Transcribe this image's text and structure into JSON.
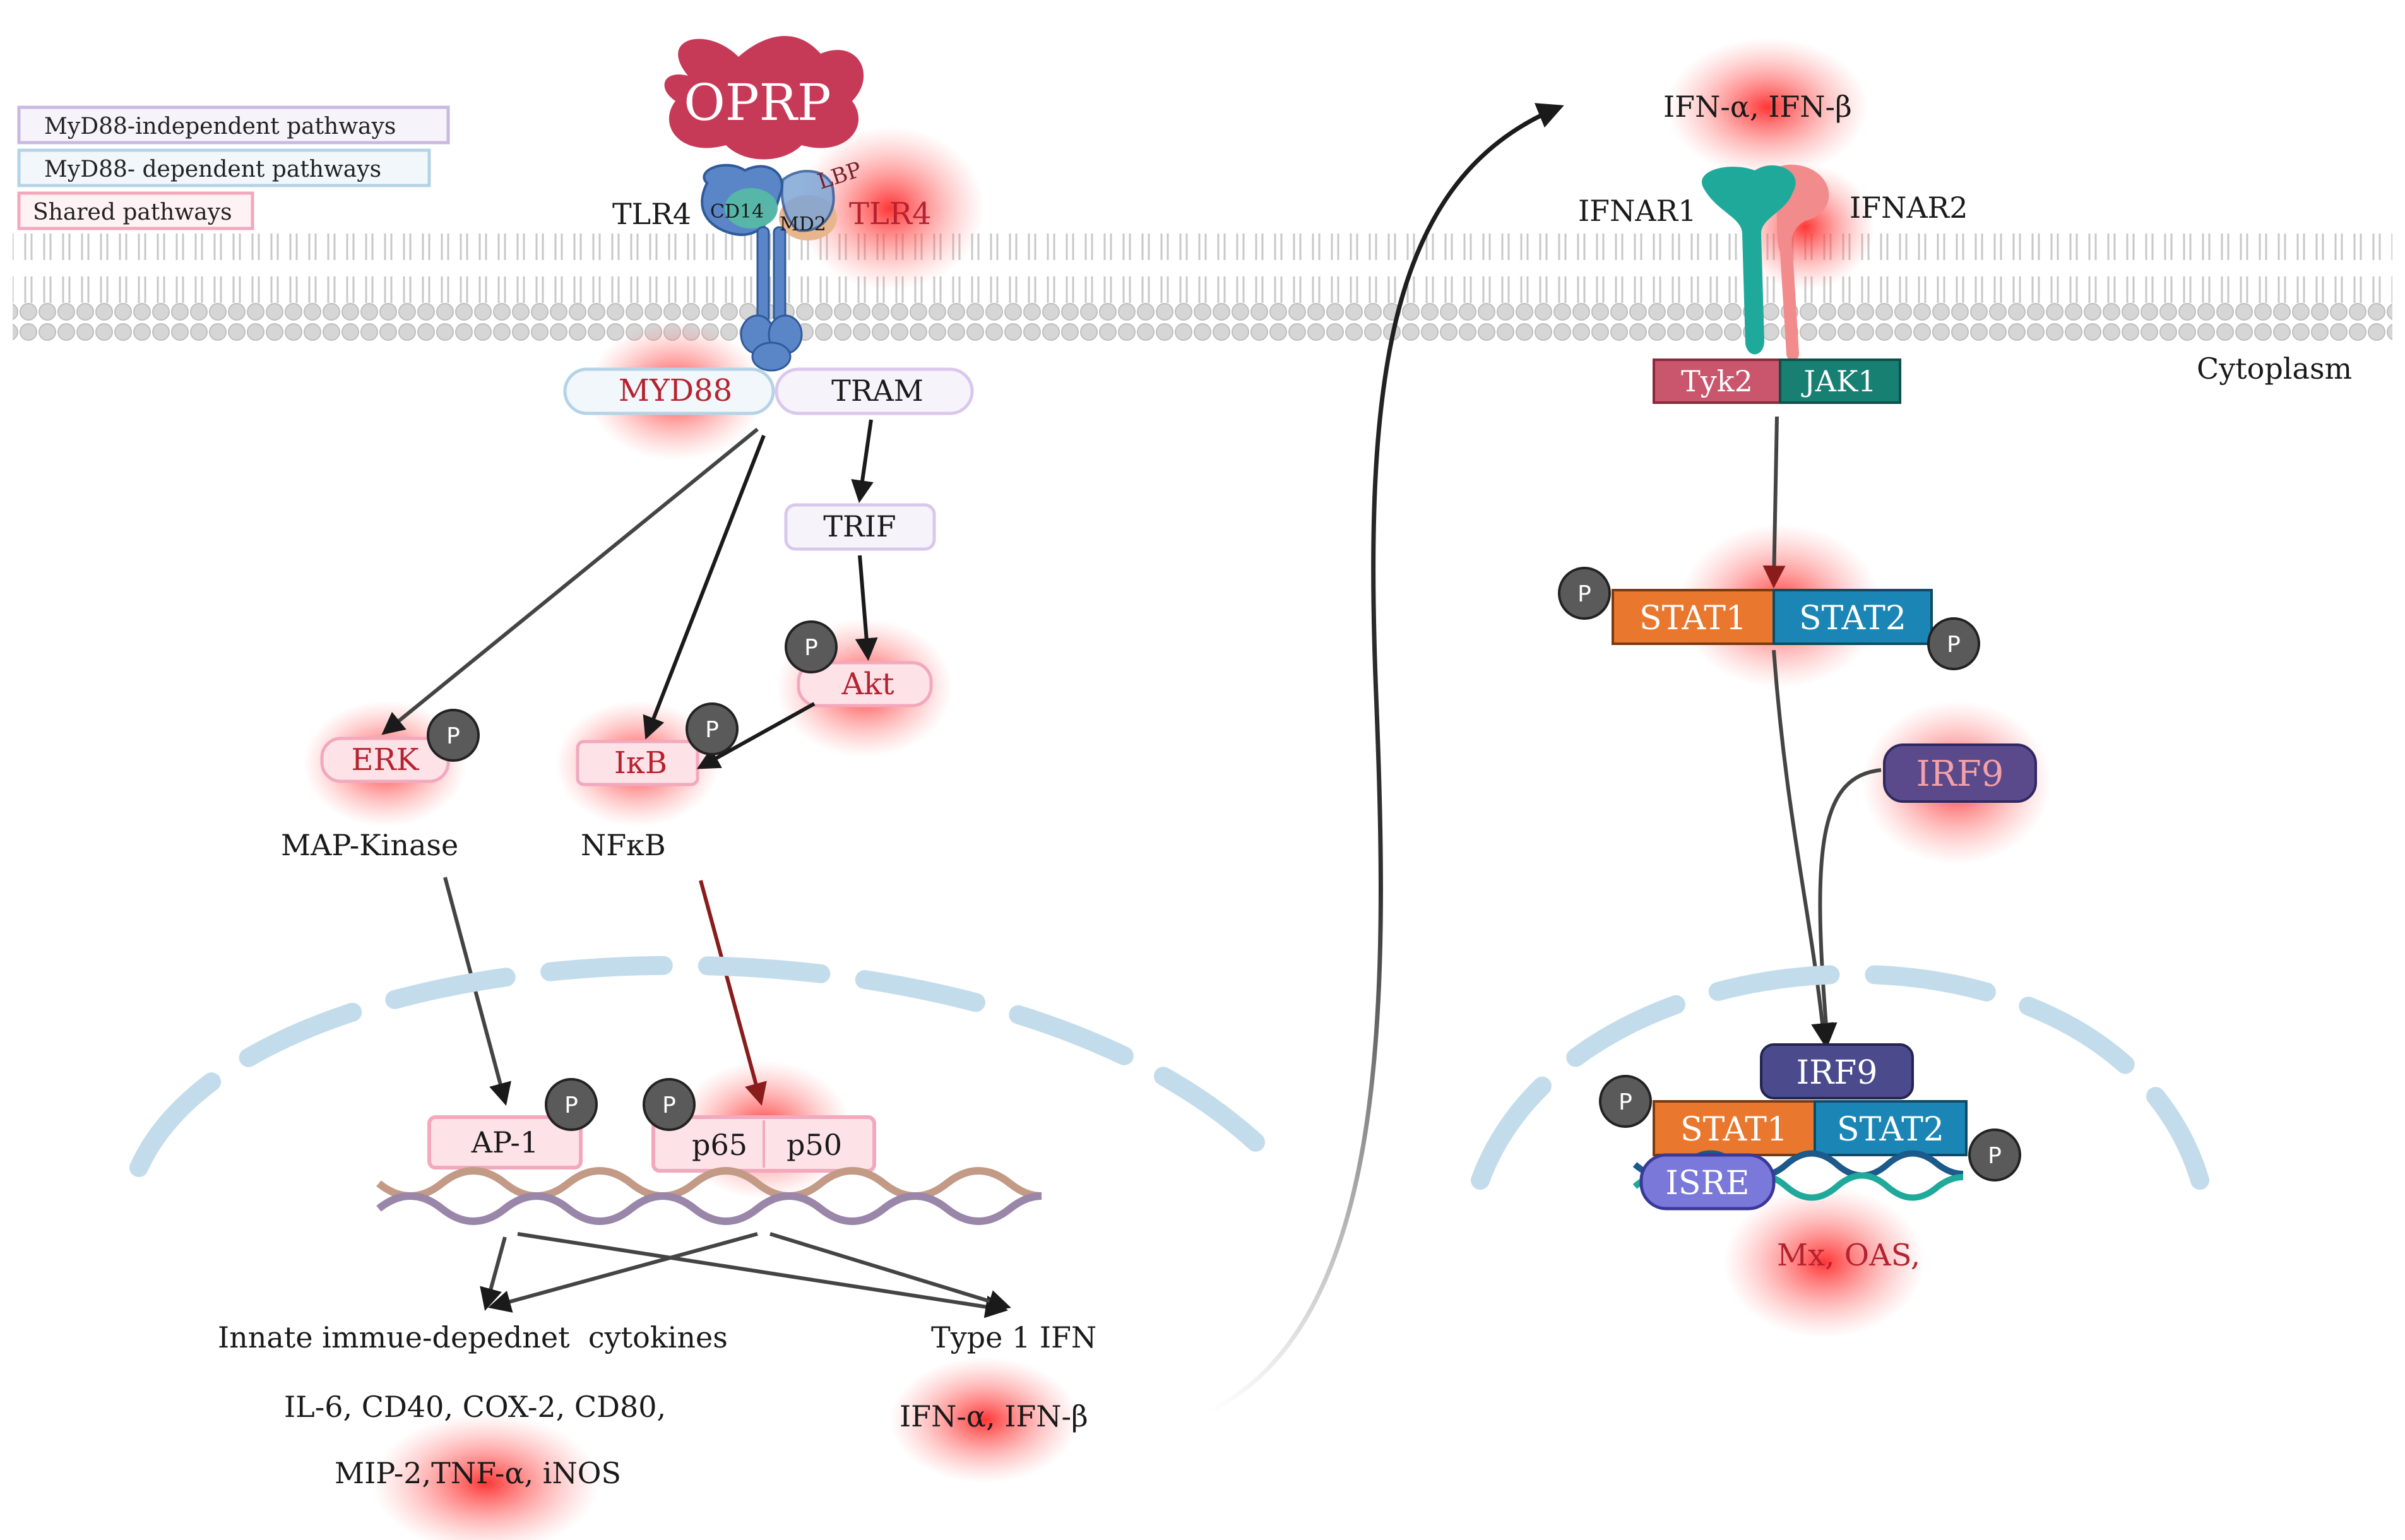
{
  "legend": {
    "independent": "MyD88-independent pathways",
    "dependent": "MyD88- dependent pathways",
    "shared": "Shared pathways"
  },
  "ligand": "OPRP",
  "receptor": {
    "tlr4_left": "TLR4",
    "tlr4_right": "TLR4",
    "cd14": "CD14",
    "md2": "MD2",
    "lbp": "LBP"
  },
  "adaptors": {
    "myd88": "MYD88",
    "tram": "TRAM",
    "trif": "TRIF",
    "akt": "Akt",
    "erk": "ERK",
    "ikb": "IκB"
  },
  "phospho": "P",
  "pathways": {
    "map_kinase": "MAP-Kinase",
    "nfkb": "NFκB"
  },
  "nucleus_left": {
    "ap1": "AP-1",
    "p65": "p65",
    "p50": "p50"
  },
  "outputs": {
    "cytokines_title": "Innate immue-depednet  cytokines",
    "cytokines_line1": "IL-6, CD40, COX-2, CD80,",
    "cytokines_line2": "MIP-2,TNF-α, iNOS",
    "type1_title": "Type 1 IFN",
    "type1_ifn": "IFN-α, IFN-β"
  },
  "right": {
    "ifn": "IFN-α, IFN-β",
    "ifnar1": "IFNAR1",
    "ifnar2": "IFNAR2",
    "cytoplasm": "Cytoplasm",
    "tyk2": "Tyk2",
    "jak1": "JAK1",
    "stat1": "STAT1",
    "stat2": "STAT2",
    "irf9": "IRF9",
    "nuc_irf9": "IRF9",
    "nuc_stat1": "STAT1",
    "nuc_stat2": "STAT2",
    "isre": "ISRE",
    "genes": "Mx, OAS,"
  },
  "colors": {
    "glow": "#ff2a2a",
    "oprp": "#c73a57",
    "stat1": "#e9782e",
    "stat2": "#1b86b5",
    "irf9": "#4a4a8c",
    "tyk2": "#c9566d",
    "jak1": "#178073",
    "isre": "#7a78d8",
    "membrane": "#d9d9d9"
  }
}
